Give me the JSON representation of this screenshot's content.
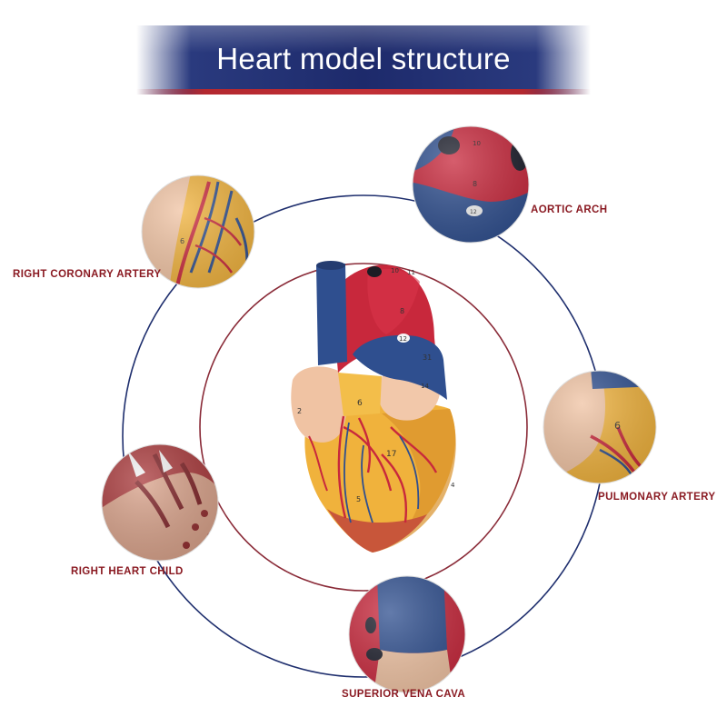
{
  "title": "Heart model structure",
  "labels": {
    "aortic_arch": "AORTIC ARCH",
    "right_coronary_artery": "RIGHT CORONARY ARTERY",
    "pulmonary_artery": "PULMONARY ARTERY",
    "right_heart_child": "RIGHT HEART CHILD",
    "superior_vena_cava": "SUPERIOR VENA CAVA"
  },
  "model_numbers": [
    "2",
    "6",
    "8",
    "10",
    "11",
    "12",
    "14",
    "17",
    "31",
    "5",
    "4"
  ],
  "colors": {
    "banner_blue": "#1d2a6b",
    "banner_red": "#c23036",
    "label_red": "#8a1a22",
    "inner_ring": "#8a2b38",
    "outer_ring": "#1f2f6e",
    "heart_red": "#c8283c",
    "heart_blue": "#2f4f8f",
    "heart_yellow": "#f0b23c",
    "heart_peach": "#f0c3a3"
  }
}
